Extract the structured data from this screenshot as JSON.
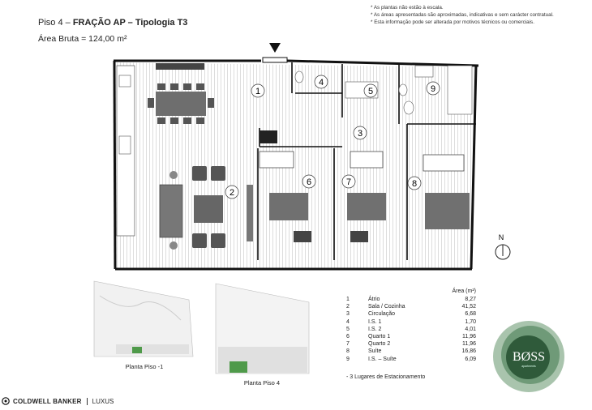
{
  "header": {
    "floor": "Piso 4 – ",
    "unit": "FRAÇÃO AP – Tipologia T3",
    "gross_area": "Área Bruta = 124,00 m²"
  },
  "notes": [
    "* As plantas não estão à escala.",
    "* As áreas apresentadas são aproximadas, indicativas e sem carácter contratual.",
    "* Esta informação pode ser alterada por motivos técnicos ou comerciais."
  ],
  "room_labels": [
    "1",
    "2",
    "3",
    "4",
    "5",
    "6",
    "7",
    "8",
    "9"
  ],
  "areas_table": {
    "header": "Área (m²)",
    "rows": [
      {
        "num": "1",
        "name": "Átrio",
        "area": "8,27"
      },
      {
        "num": "2",
        "name": "Sala / Cozinha",
        "area": "41,52"
      },
      {
        "num": "3",
        "name": "Circulação",
        "area": "6,68"
      },
      {
        "num": "4",
        "name": "I.S. 1",
        "area": "1,70"
      },
      {
        "num": "5",
        "name": "I.S. 2",
        "area": "4,01"
      },
      {
        "num": "6",
        "name": "Quarto 1",
        "area": "11,96"
      },
      {
        "num": "7",
        "name": "Quarto 2",
        "area": "11,96"
      },
      {
        "num": "8",
        "name": "Suíte",
        "area": "16,86"
      },
      {
        "num": "9",
        "name": "I.S. – Suíte",
        "area": "6,09"
      }
    ],
    "parking": "- 3 Lugares de Estacionamento"
  },
  "minimaps": {
    "left_label": "Planta Piso -1",
    "right_label": "Planta Piso 4",
    "highlight_color": "#4f9a4a"
  },
  "compass": {
    "label": "N"
  },
  "logo": {
    "text": "BØSS",
    "subtext": "apartments",
    "colors": [
      "#2f5a3a",
      "#6f9a78",
      "#a9c4ad"
    ]
  },
  "footer": {
    "brand": "COLDWELL BANKER",
    "sub": "LUXUS"
  }
}
